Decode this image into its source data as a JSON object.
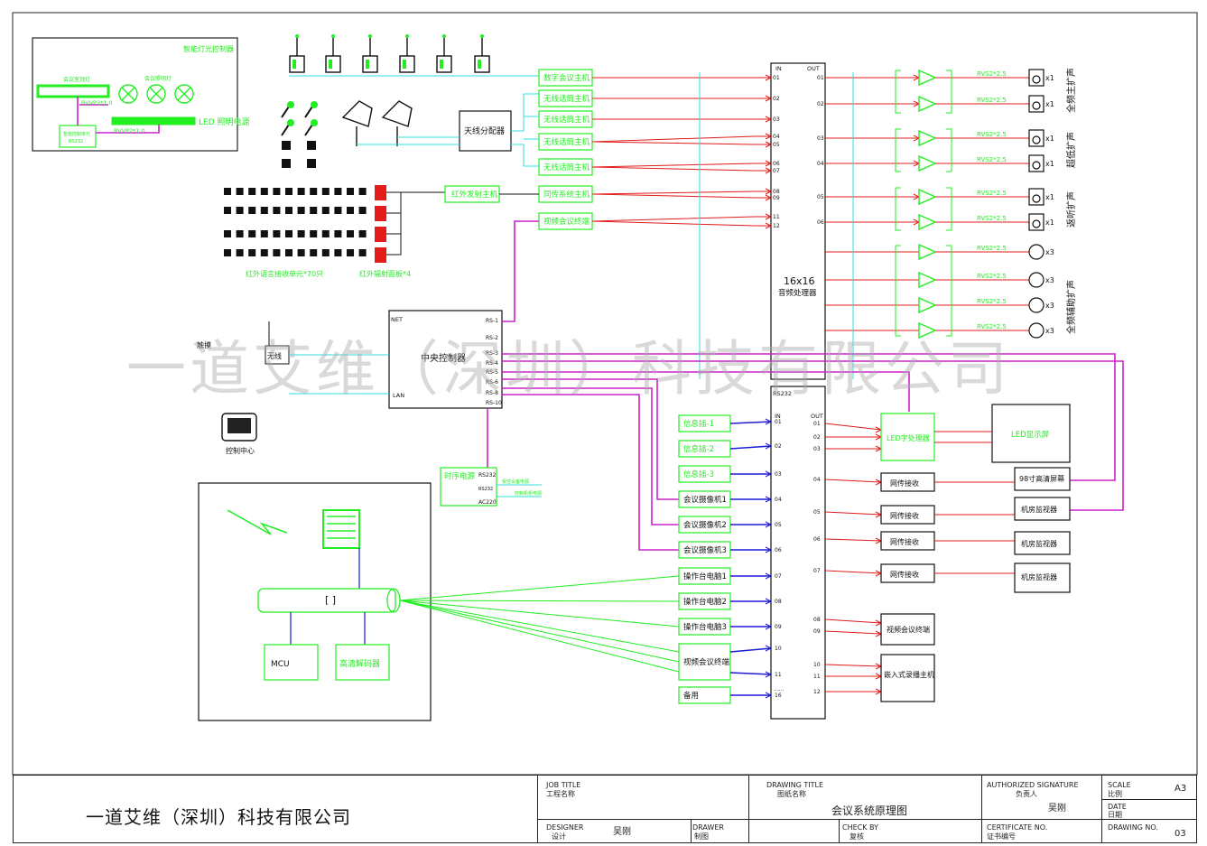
{
  "watermark": "一道艾维（深圳）科技有限公司",
  "colors": {
    "green": "#22ee22",
    "cyan": "#33dddd",
    "red": "#e31b1b",
    "blue": "#1c1cd6",
    "magenta": "#cc22cc",
    "black": "#111111"
  },
  "lighting": {
    "title": "智能灯光控制器",
    "bar1": "会议室顶灯",
    "lamps": "会议照明灯",
    "led_bar": "LED 照明电源",
    "rvvp1": "RVVP2*1.0",
    "rvvp2": "RVVP2*1.0",
    "ctrl": "智能控制单元",
    "rs232": "RS232"
  },
  "left_devices": {
    "splitter": "天线分配器",
    "ir_units": "红外语言接收单元*70只",
    "ir_panels": "红外辐射面板*4",
    "central": "中央控制器",
    "central_ports": [
      "RS-1",
      "RS-2",
      "RS-3",
      "RS-4",
      "RS-5",
      "RS-6",
      "RS-8",
      "RS-10"
    ],
    "central_net": "NET",
    "central_lan": "LAN",
    "wireless": "无线",
    "touch": "触摸",
    "control_center": "控制中心",
    "timer": "时序电源",
    "timer_rs": "RS232",
    "timer_ac": "AC220",
    "timer_sig": "RS232",
    "timer_out1": "受控设备电源",
    "timer_out2": "控制机柜电源",
    "mcu": "MCU",
    "decoder": "高清解码器",
    "bracket": "[          ]"
  },
  "audio_sources": [
    {
      "label": "数字会议主机"
    },
    {
      "label": "无线话筒主机"
    },
    {
      "label": "无线话筒主机"
    },
    {
      "label": "无线话筒主机"
    },
    {
      "label": "无线话筒主机"
    },
    {
      "label": "同传系统主机"
    },
    {
      "label": "视频会议终端"
    }
  ],
  "ir_host": "红外发射主机",
  "audio_proc": {
    "in": "IN",
    "out": "OUT",
    "name1": "16x16",
    "name2": "音频处理器",
    "in_ports": [
      "01",
      "02",
      "03",
      "04",
      "05",
      "06",
      "07",
      "08",
      "09",
      "11",
      "12"
    ],
    "out_ports": [
      "01",
      "02",
      "03",
      "04",
      "05",
      "06"
    ]
  },
  "speaker_groups": [
    {
      "label": "全频主扩声"
    },
    {
      "label": "超低扩声"
    },
    {
      "label": "返听扩声"
    },
    {
      "label": "全频辅助扩声"
    }
  ],
  "cable": "RVS2*2.5",
  "qty1": "x1",
  "qty3": "x3",
  "video_sources": [
    {
      "label": "信息插-1"
    },
    {
      "label": "信息插-2"
    },
    {
      "label": "信息插-3"
    },
    {
      "label": "会议摄像机1"
    },
    {
      "label": "会议摄像机2"
    },
    {
      "label": "会议摄像机3"
    },
    {
      "label": "操作台电脑1"
    },
    {
      "label": "操作台电脑2"
    },
    {
      "label": "操作台电脑3"
    },
    {
      "label": "视频会议终端"
    },
    {
      "label": "备用"
    }
  ],
  "video_matrix": {
    "rs232": "RS232",
    "in": "IN",
    "out": "OUT",
    "in_ports": [
      "01",
      "02",
      "03",
      "04",
      "05",
      "06",
      "07",
      "08",
      "09",
      "10",
      "11",
      "16"
    ],
    "in_dots": "......",
    "out_ports": [
      "01",
      "02",
      "03",
      "04",
      "05",
      "06",
      "07",
      "08",
      "09",
      "10",
      "11",
      "12"
    ]
  },
  "video_outputs": {
    "led_proc": "LED字处理器",
    "led_screen": "LED显示屏",
    "projector": "98寸高清屏幕",
    "net_rx": [
      "网传接收",
      "网传接收",
      "网传接收",
      "网传接收"
    ],
    "monitors": [
      "机房监视器",
      "机房监视器",
      "机房监视器"
    ],
    "vc": "视频会议终端",
    "rec": "嵌入式录播主机"
  },
  "title_block": {
    "company": "一道艾维（深圳）科技有限公司",
    "job_title_en": "JOB TITLE",
    "job_title_cn": "工程名称",
    "drawing_title_en": "DRAWING TITLE",
    "drawing_title_cn": "图纸名称",
    "drawing_name": "会议系统原理图",
    "auth_en": "AUTHORIZED SIGNATURE",
    "auth_cn": "负责人",
    "auth_name": "吴刚",
    "scale_en": "SCALE",
    "scale_cn": "比例",
    "scale_val": "A3",
    "date_en": "DATE",
    "date_cn": "日期",
    "designer_en": "DESIGNER",
    "designer_cn": "设计",
    "designer_name": "吴刚",
    "drawer_en": "DRAWER",
    "drawer_cn": "制图",
    "check_en": "CHECK BY",
    "check_cn": "复核",
    "cert_en": "CERTIFICATE NO.",
    "cert_cn": "证书编号",
    "dwgno_en": "DRAWING NO.",
    "dwgno_val": "03"
  }
}
